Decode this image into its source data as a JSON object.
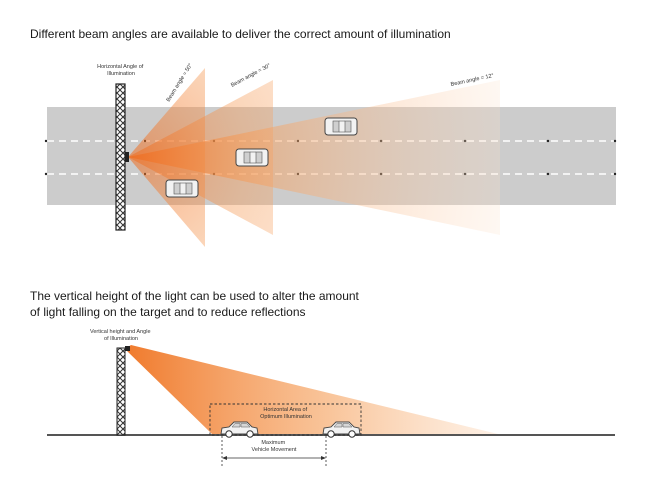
{
  "top": {
    "heading": "Different beam angles are available to deliver the correct amount of illumination",
    "pole_label_line1": "Horizontal Angle of",
    "pole_label_line2": "Illumination",
    "beams": [
      {
        "label": "Beam angle = 50°"
      },
      {
        "label": "Beam angle = 30°"
      },
      {
        "label": "Beam angle = 12°"
      }
    ]
  },
  "bottom": {
    "heading_line1": "The vertical height of the light can be used to alter the amount",
    "heading_line2": "of light falling on the target and to reduce reflections",
    "pole_label_line1": "Vertical height and Angle",
    "pole_label_line2": "of Illumination",
    "area_label_line1": "Horizontal Area of",
    "area_label_line2": "Optimum Illumination",
    "movement_label_line1": "Maximum",
    "movement_label_line2": "Vehicle Movement"
  },
  "colors": {
    "road": "#cccccc",
    "beam_core": "#f07a2c",
    "beam_edge": "#fde3cc",
    "pole": "#333333",
    "lane_marking": "#ffffff"
  },
  "icons": [
    "lighting-pole-icon",
    "car-icon"
  ]
}
